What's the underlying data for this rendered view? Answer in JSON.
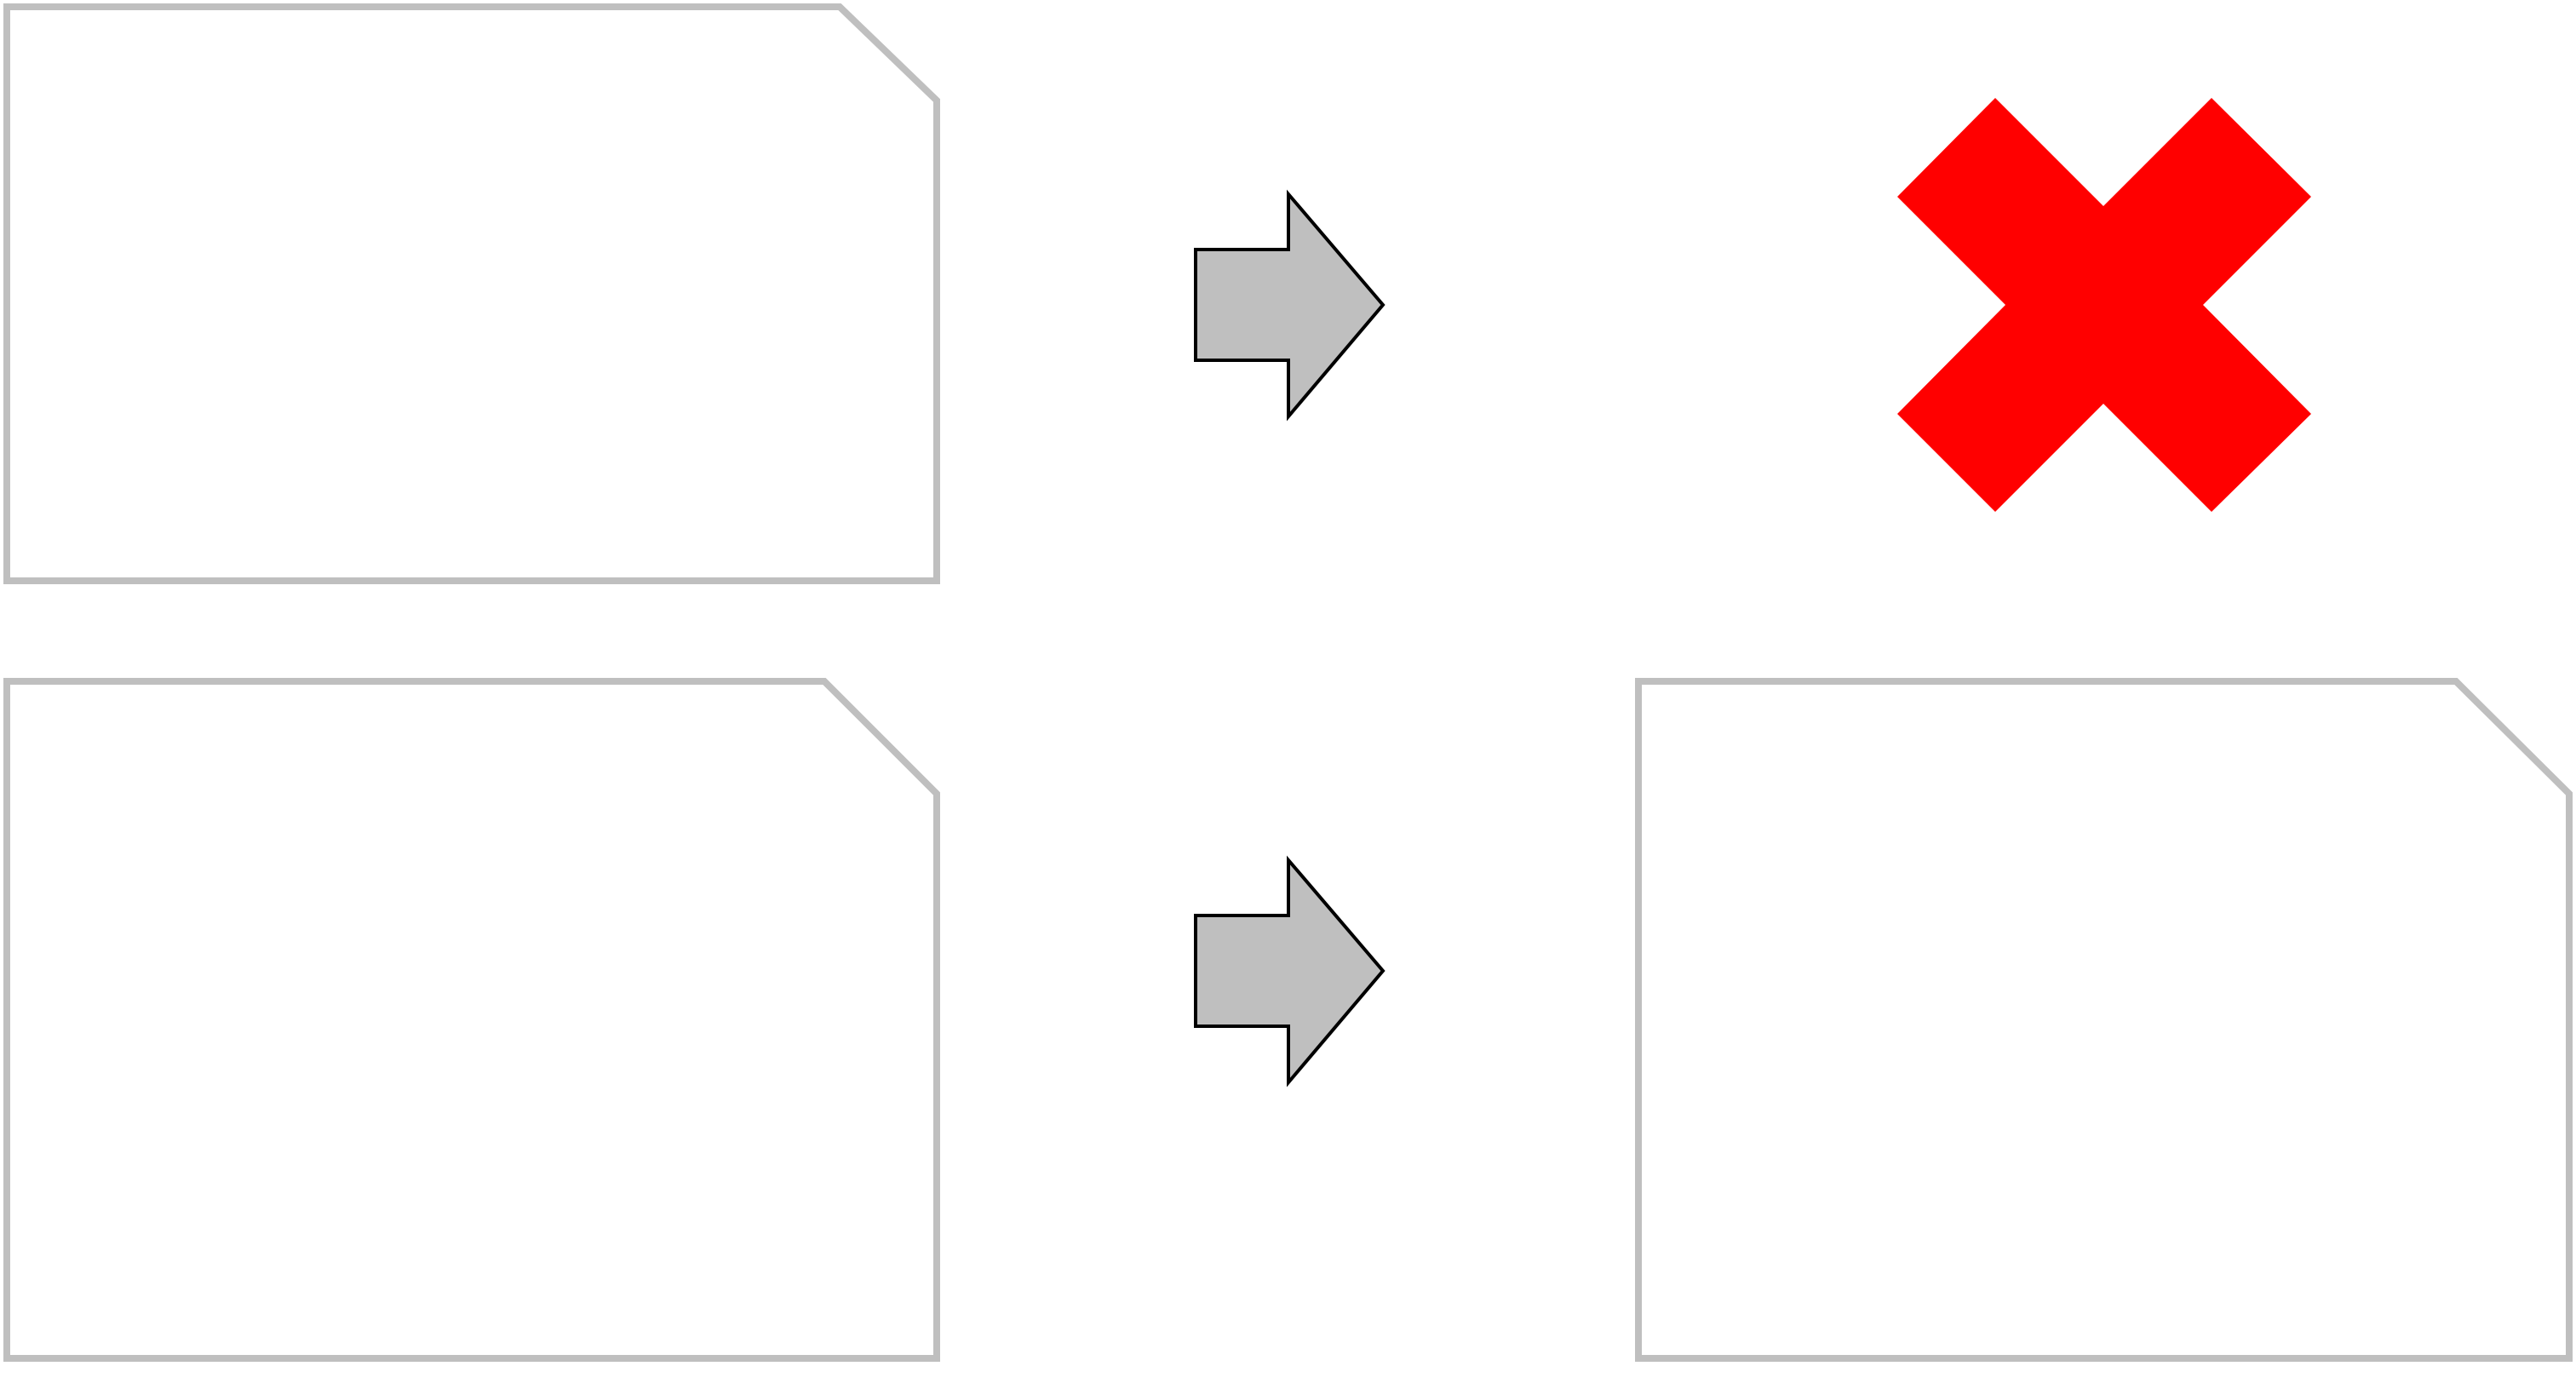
{
  "colors": {
    "background": "#ffffff",
    "card_outline": "#bfbfbf",
    "arrow_fill": "#bfbfbf",
    "arrow_outline": "#000000",
    "cross_fill": "#ff0000"
  },
  "rows": [
    {
      "source": {
        "shape": "card-with-clipped-corner"
      },
      "connector": {
        "shape": "right-arrow-icon"
      },
      "result": {
        "shape": "cross-icon",
        "meaning": "not-allowed"
      }
    },
    {
      "source": {
        "shape": "card-with-clipped-corner"
      },
      "connector": {
        "shape": "right-arrow-icon"
      },
      "result": {
        "shape": "card-with-clipped-corner"
      }
    }
  ]
}
